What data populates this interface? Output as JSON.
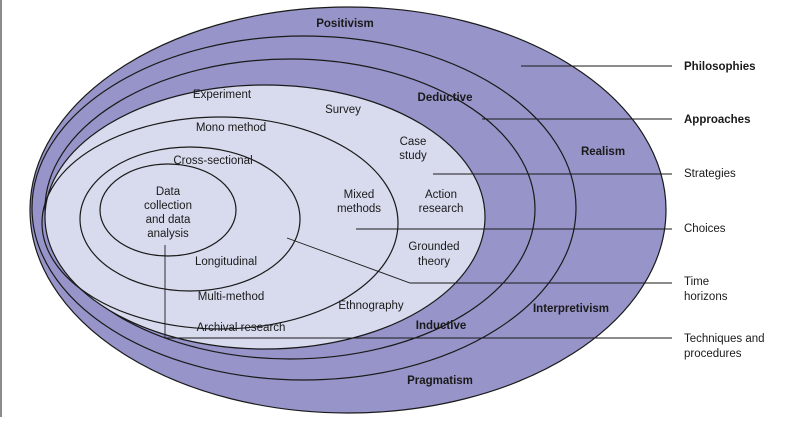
{
  "colors": {
    "outer_layer": "#9694c8",
    "outline": "#1a1a1a",
    "inner_layer": "#d8dbee",
    "leader": "#1a1a1a"
  },
  "outer_labels": {
    "positivism": "Positivism",
    "deductive": "Deductive",
    "realism": "Realism",
    "interpretivism": "Interpretivism",
    "inductive": "Inductive",
    "pragmatism": "Pragmatism"
  },
  "strategies": {
    "experiment": "Experiment",
    "survey": "Survey",
    "case_study": [
      "Case",
      "study"
    ],
    "action_research": [
      "Action",
      "research"
    ],
    "grounded_theory": [
      "Grounded",
      "theory"
    ],
    "ethnography": "Ethnography",
    "archival_research": "Archival research"
  },
  "choices": {
    "mono_method": "Mono method",
    "mixed_methods": [
      "Mixed",
      "methods"
    ],
    "multi_method": "Multi-method"
  },
  "time_horizons": {
    "cross_sectional": "Cross-sectional",
    "longitudinal": "Longitudinal"
  },
  "core": {
    "lines": [
      "Data",
      "collection",
      "and data",
      "analysis"
    ]
  },
  "side_labels": {
    "philosophies": "Philosophies",
    "approaches": "Approaches",
    "strategies": "Strategies",
    "choices": "Choices",
    "time_horizons": [
      "Time",
      "horizons"
    ],
    "techniques": [
      "Techniques and",
      "procedures"
    ]
  }
}
